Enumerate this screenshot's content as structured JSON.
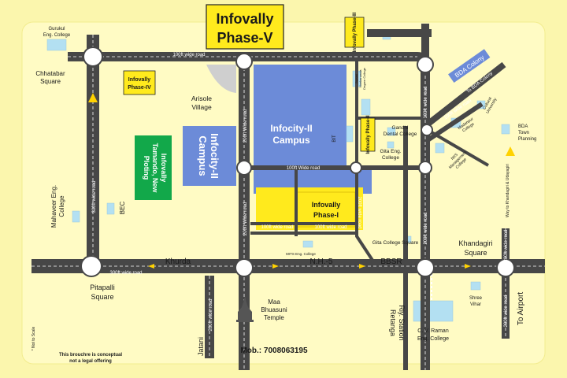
{
  "title": {
    "line1": "Infovally",
    "line2": "Phase-V"
  },
  "phases": {
    "phase1": {
      "line1": "Infovally",
      "line2": "Phase-I"
    },
    "phase2": "Infovally Phase-II",
    "phase3": "Infovally Phase-III",
    "phase4": {
      "line1": "Infovally",
      "line2": "Phase-IV"
    }
  },
  "campus": {
    "infocity2_campus": {
      "line1": "Infocity-II",
      "line2": "Campus"
    },
    "infocity2_vertical": {
      "line1": "Infocity-II",
      "line2": "Campus"
    },
    "tamando": {
      "line1": "Infovally",
      "line2": "Tamando, New",
      "line3": "Ploting"
    }
  },
  "roads": {
    "top": "100ft wide road",
    "road_200ft_left": "200ft Wide road",
    "road_200ft_inner": "200ft Wide road",
    "road_100ft_campus": "100ft Wide road",
    "road_100ft_low1": "100ft wide road",
    "road_100ft_low2": "100ft wide road",
    "road_100ft_right": "100ft wide road",
    "road_200ft_bottom": "200ft wide road",
    "road_300ft_left": "300ft wide road",
    "road_300ft_bottom": "300ft wide road",
    "road_200ft_mid": "200ft wide road",
    "road_200ft_east": "200ft wide road",
    "road_200ft_khandagiri": "200ft wide road",
    "road_200ft_airport": "200ft wide road",
    "road_100ft_diag": "100ft wide road",
    "to_bda": "To BDA Colony",
    "way_khandagiri": "Way to Khandagiri & Udayagiri",
    "khurda": "Khurda",
    "nh5": "N.H.-5",
    "bbsr": "BBSR",
    "to_airport": "To Airport",
    "jatani": "Jatani",
    "retanga": {
      "line1": "Retanga",
      "line2": "Rly. Station"
    }
  },
  "places": {
    "gurukul": {
      "line1": "Gurukul",
      "line2": "Eng. College"
    },
    "chhatabar": {
      "line1": "Chhatabar",
      "line2": "Square"
    },
    "arisole": {
      "line1": "Arisole",
      "line2": "Village"
    },
    "mahaveer": {
      "line1": "Mahaveer Eng.",
      "line2": "College"
    },
    "bec": "BEC",
    "pitapalli": {
      "line1": "Pitapalli",
      "line2": "Square"
    },
    "maa": {
      "line1": "Maa",
      "line2": "Bhuasuni",
      "line3": "Temple"
    },
    "bda_colony": "BDA Colony",
    "vivekananda": {
      "line1": "Swami",
      "line2": "Vivekananda",
      "line3": "Degree College"
    },
    "bit": "BIT",
    "gandhi": {
      "line1": "Gandhi",
      "line2": "Dental College"
    },
    "gita_eng": {
      "line1": "Gita Eng.",
      "line2": "College"
    },
    "madanpur": {
      "line1": "Madanpur",
      "line2": "College"
    },
    "cultural": {
      "line1": "Cultural",
      "line2": "University"
    },
    "bda_town": {
      "line1": "BDA",
      "line2": "Town",
      "line3": "Planning"
    },
    "nis": {
      "line1": "NIIS",
      "line2": "Management",
      "line3": "College"
    },
    "gita_college_sq": "Gita College Square",
    "khandagiri_sq": {
      "line1": "Khandagiri",
      "line2": "Square"
    },
    "mits": "MITS Eng. College",
    "cv_raman": {
      "line1": "C. V. Raman",
      "line2": "Eng. College"
    },
    "shree_vihar": {
      "line1": "Shree",
      "line2": "Vihar"
    }
  },
  "footer": {
    "not_to_scale": "* Not to Scale",
    "disclaimer1": "This brouchre is conceptual",
    "disclaimer2": "not a legal offering",
    "mobile": "Mob.: 7008063195"
  },
  "colors": {
    "background": "#fbf6ad",
    "board": "#fffbc4",
    "road": "#474747",
    "campus_blue": "#6c8bd8",
    "highlight_yellow": "#ffea1d",
    "tamando_green": "#12a84a",
    "building_blue": "#b3e0f2"
  }
}
